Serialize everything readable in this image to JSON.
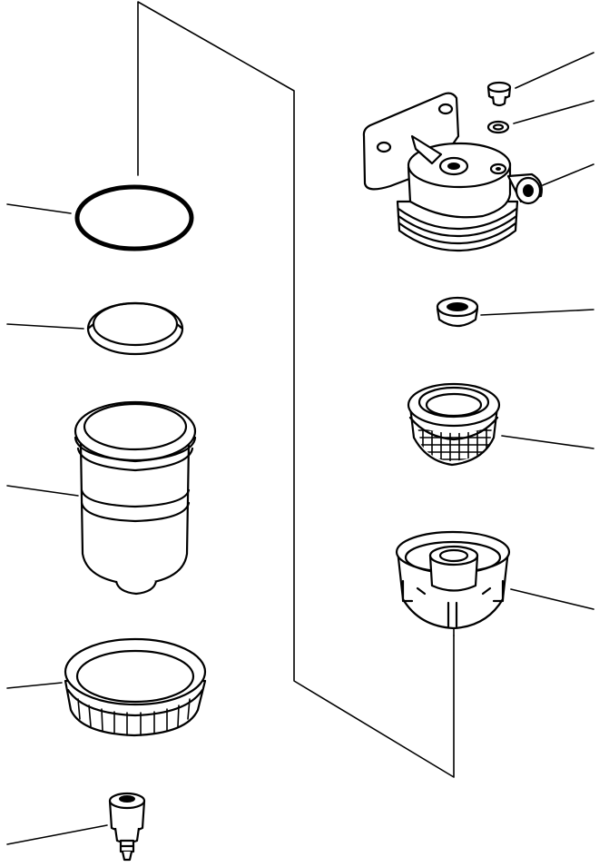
{
  "figure": {
    "kind": "exploded parts diagram",
    "labels_shown": false,
    "colors": {
      "line": "#000000",
      "background": "#ffffff"
    }
  },
  "parts": [
    {
      "id": "plug",
      "icon": "plug-bolt-icon"
    },
    {
      "id": "washer",
      "icon": "washer-icon"
    },
    {
      "id": "filter-head",
      "icon": "filter-head-icon"
    },
    {
      "id": "grommet",
      "icon": "grommet-icon"
    },
    {
      "id": "strainer",
      "icon": "mesh-strainer-icon"
    },
    {
      "id": "bowl-cap",
      "icon": "bowl-cap-icon"
    },
    {
      "id": "o-ring",
      "icon": "o-ring-icon"
    },
    {
      "id": "gasket",
      "icon": "gasket-ring-icon"
    },
    {
      "id": "filter-element",
      "icon": "filter-cartridge-icon"
    },
    {
      "id": "retaining-ring",
      "icon": "retaining-ring-icon"
    },
    {
      "id": "drain-valve",
      "icon": "drain-valve-icon"
    }
  ]
}
